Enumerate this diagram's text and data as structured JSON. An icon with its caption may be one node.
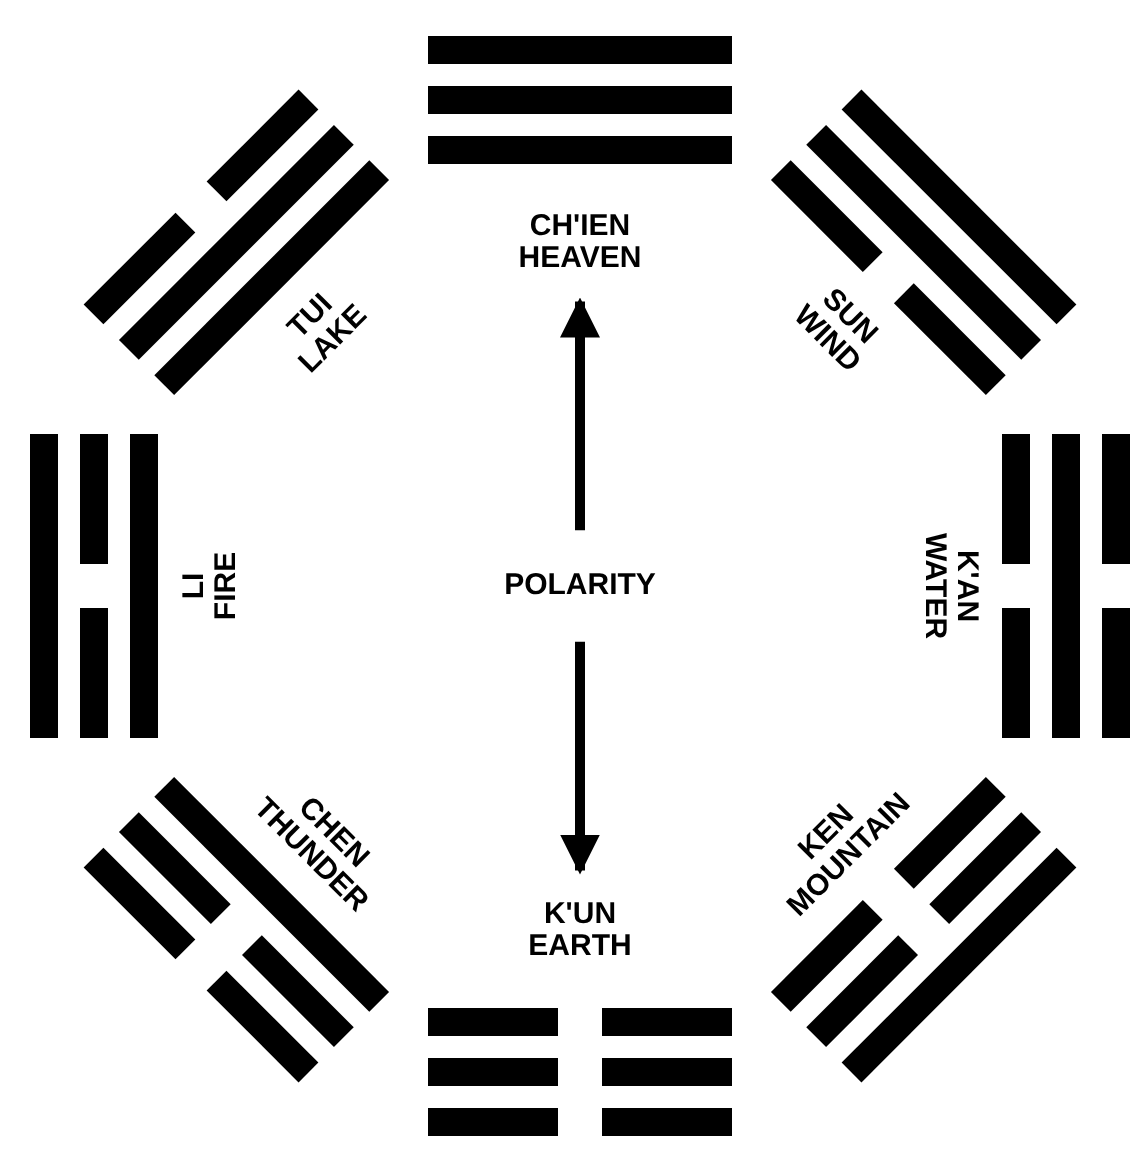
{
  "diagram": {
    "nodes": [
      {
        "text": [
          "CH'IEN HEAVEN"
        ]
      },
      {
        "text": [
          "TUI LAKE"
        ]
      },
      {
        "text": [
          "SUN WIND"
        ]
      },
      {
        "text": [
          "LI FIRE"
        ]
      },
      {
        "text": [
          "POLARITY"
        ]
      },
      {
        "text": [
          "K'AN WATER"
        ]
      },
      {
        "text": [
          "CHEN THUNDER"
        ]
      },
      {
        "text": [
          "KEN MOUNTAIN"
        ]
      },
      {
        "text": [
          "K'UN EARTH"
        ]
      }
    ],
    "edges": [
      {
        "from": 4,
        "to": 0,
        "arrow": "to"
      },
      {
        "from": 4,
        "to": 8,
        "arrow": "to"
      }
    ]
  }
}
